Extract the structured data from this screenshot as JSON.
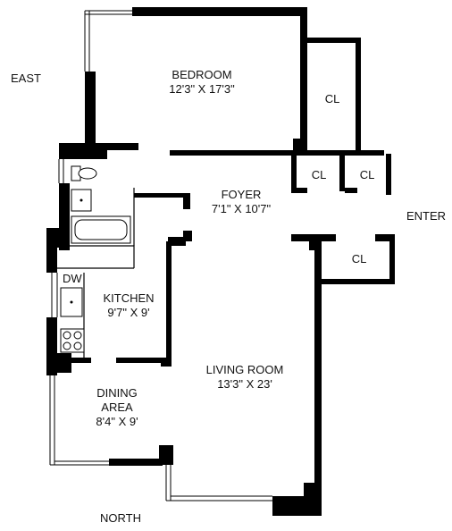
{
  "compass": {
    "east": "EAST",
    "north": "NORTH",
    "enter": "ENTER"
  },
  "rooms": {
    "bedroom": {
      "name": "BEDROOM",
      "dims": "12'3\" X 17'3\""
    },
    "foyer": {
      "name": "FOYER",
      "dims": "7'1\" X 10'7\""
    },
    "kitchen": {
      "name": "KITCHEN",
      "dims": "9'7\" X 9'"
    },
    "living_room": {
      "name": "LIVING ROOM",
      "dims": "13'3\" X 23'"
    },
    "dining_area": {
      "name_line1": "DINING",
      "name_line2": "AREA",
      "dims": "8'4\" X 9'"
    }
  },
  "closets": {
    "bedroom_closet": "CL",
    "foyer_closet_left": "CL",
    "foyer_closet_right": "CL",
    "entry_closet": "CL"
  },
  "appliances": {
    "dishwasher": "DW"
  }
}
